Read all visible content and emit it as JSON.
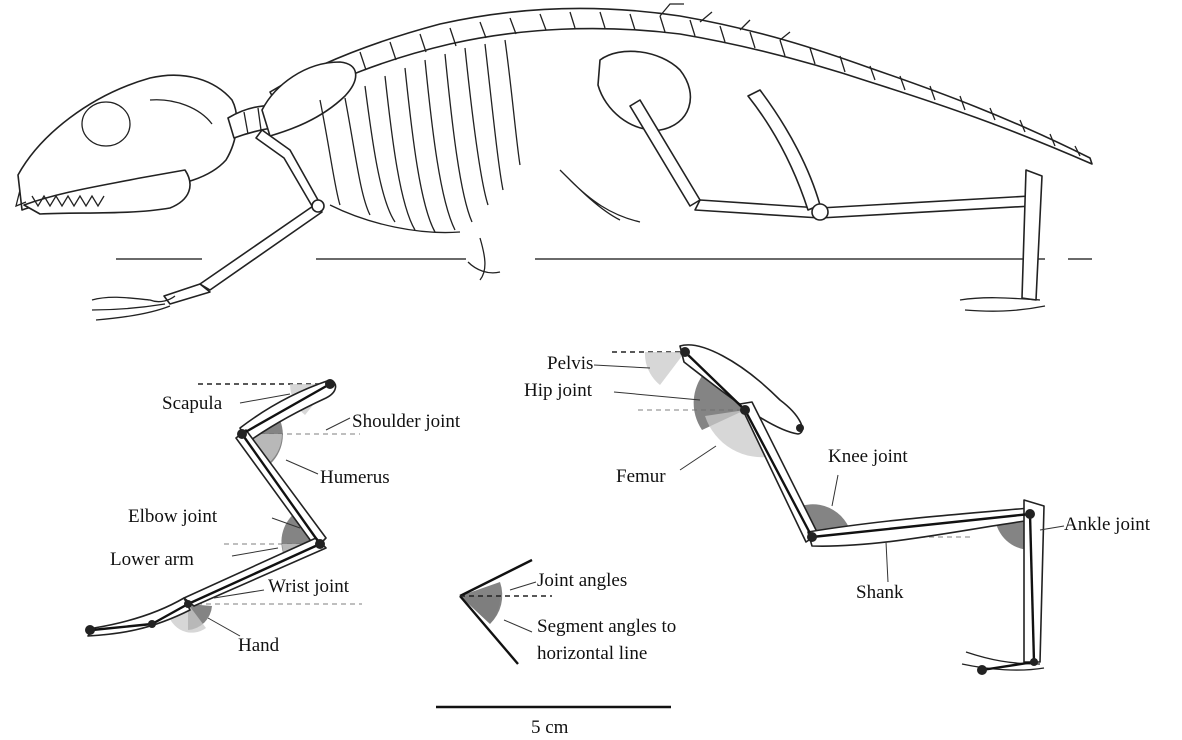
{
  "labels": {
    "scapula": "Scapula",
    "shoulder_joint": "Shoulder joint",
    "humerus": "Humerus",
    "elbow_joint": "Elbow joint",
    "lower_arm": "Lower arm",
    "wrist_joint": "Wrist joint",
    "hand": "Hand",
    "pelvis": "Pelvis",
    "hip_joint": "Hip joint",
    "femur": "Femur",
    "knee_joint": "Knee joint",
    "shank": "Shank",
    "ankle_joint": "Ankle joint"
  },
  "legend": {
    "joint_angles": "Joint angles",
    "segment_angles_line1": "Segment angles to",
    "segment_angles_line2": "horizontal line"
  },
  "scale_bar": {
    "label": "5 cm"
  },
  "colors": {
    "joint_angle_fill": "#6f6f6f",
    "segment_angle_fill": "#c9c9c9",
    "line": "#222222"
  }
}
